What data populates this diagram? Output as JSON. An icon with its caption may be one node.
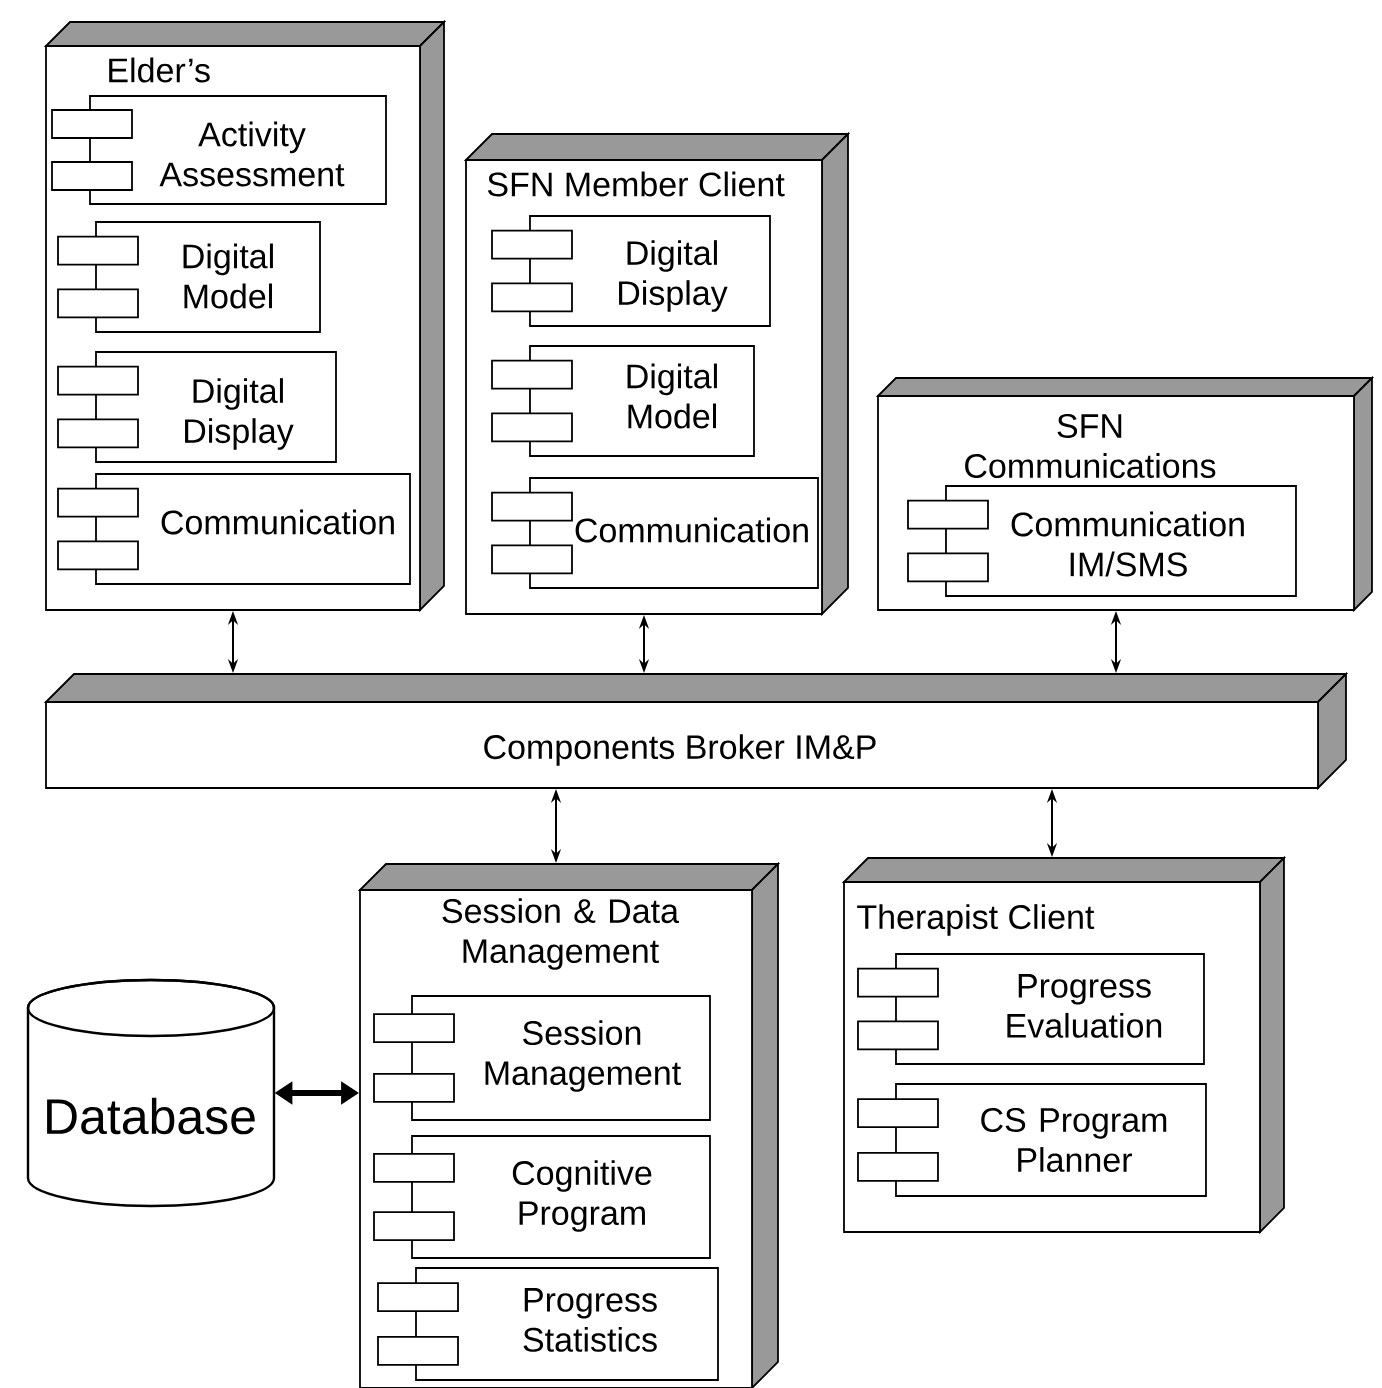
{
  "diagram": {
    "nodes": [
      {
        "text": [
          "Elder’s"
        ]
      },
      {
        "text": [
          "Activity Assessment"
        ],
        "in": 0
      },
      {
        "text": [
          "Digital Model"
        ],
        "in": 0
      },
      {
        "text": [
          "Digital Display"
        ],
        "in": 0
      },
      {
        "text": [
          "Communication"
        ],
        "in": 0
      },
      {
        "text": [
          "SFN Member Client"
        ]
      },
      {
        "text": [
          "Digital Display"
        ],
        "in": 5
      },
      {
        "text": [
          "Digital Model"
        ],
        "in": 5
      },
      {
        "text": [
          "Communication"
        ],
        "in": 5
      },
      {
        "text": [
          "SFN Communications"
        ]
      },
      {
        "text": [
          "Communication IM/SMS"
        ],
        "in": 9
      },
      {
        "text": [
          "Components Broker IM&P"
        ]
      },
      {
        "text": [
          "Database"
        ]
      },
      {
        "text": [
          "Session & Data Management"
        ]
      },
      {
        "text": [
          "Session Management"
        ],
        "in": 13
      },
      {
        "text": [
          "Cognitive Program"
        ],
        "in": 13
      },
      {
        "text": [
          "Progress Statistics"
        ],
        "in": 13
      },
      {
        "text": [
          "Therapist Client"
        ]
      },
      {
        "text": [
          "Progress Evaluation"
        ],
        "in": 17
      },
      {
        "text": [
          "CS Program Planner"
        ],
        "in": 17
      }
    ],
    "edges": [
      {
        "from": 0,
        "to": 11,
        "arrow": "both"
      },
      {
        "from": 5,
        "to": 11,
        "arrow": "both"
      },
      {
        "from": 9,
        "to": 11,
        "arrow": "both"
      },
      {
        "from": 11,
        "to": 13,
        "arrow": "both"
      },
      {
        "from": 11,
        "to": 17,
        "arrow": "both"
      },
      {
        "from": 12,
        "to": 13,
        "arrow": "both",
        "style": "thick"
      }
    ]
  }
}
